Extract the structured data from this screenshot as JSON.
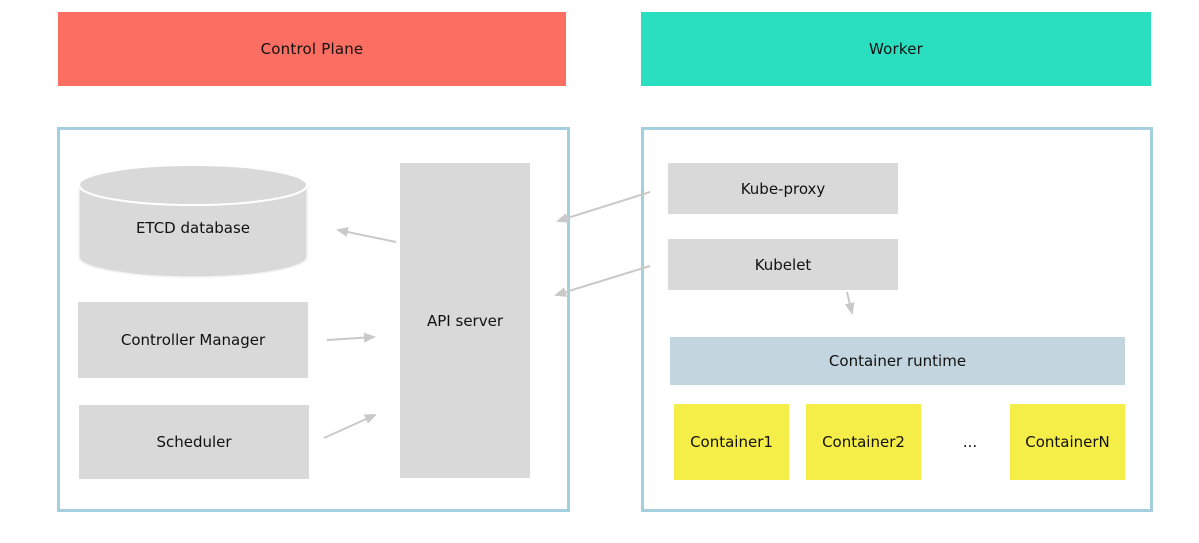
{
  "headers": {
    "control_plane": {
      "label": "Control Plane",
      "color": "#fc6e62"
    },
    "worker": {
      "label": "Worker",
      "color": "#2adfc0"
    }
  },
  "control_plane": {
    "etcd_label": "ETCD database",
    "controller_manager_label": "Controller Manager",
    "scheduler_label": "Scheduler",
    "api_server_label": "API server"
  },
  "worker": {
    "kube_proxy_label": "Kube-proxy",
    "kubelet_label": "Kubelet",
    "container_runtime_label": "Container runtime",
    "containers": [
      "Container1",
      "Container2",
      "ContainerN"
    ],
    "ellipsis": "..."
  },
  "colors": {
    "control_plane_header": "#fc6e62",
    "worker_header": "#2adfc0",
    "component_box": "#d9d9d9",
    "container_runtime": "#c3d5de",
    "container_box": "#f5ee49",
    "panel_border": "#a5cede",
    "arrow": "#c9c9c9"
  }
}
